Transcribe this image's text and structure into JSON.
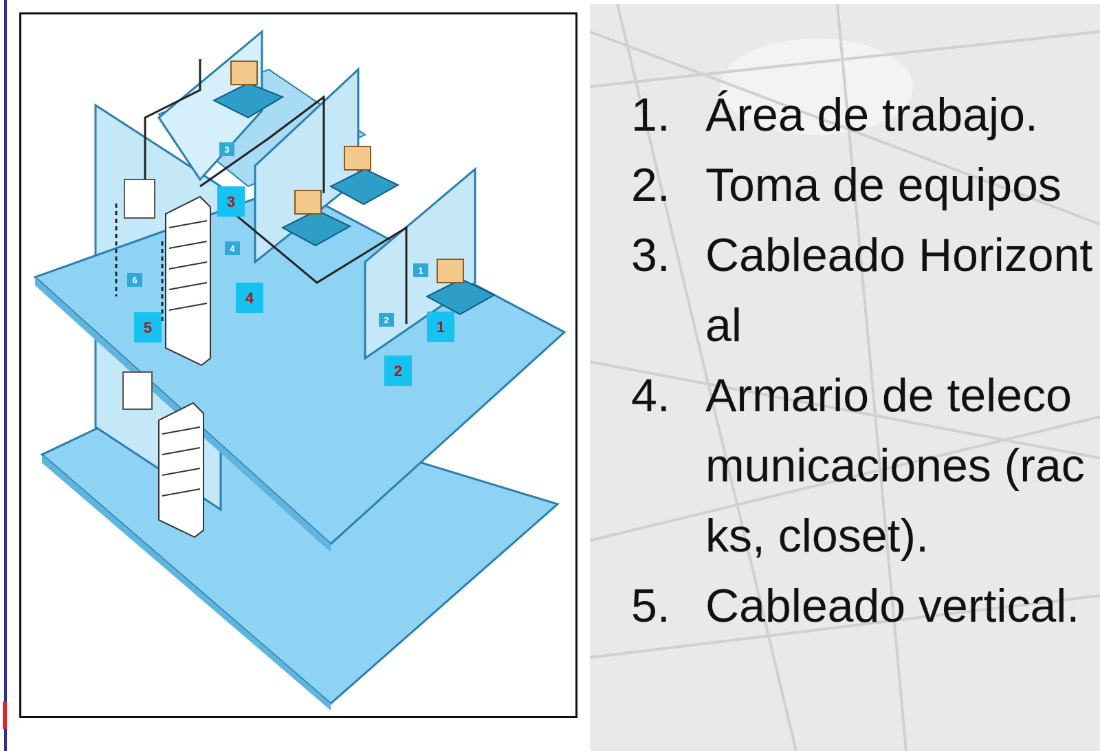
{
  "diagram": {
    "callouts": [
      {
        "id": "1",
        "label": "1"
      },
      {
        "id": "2",
        "label": "2"
      },
      {
        "id": "3",
        "label": "3"
      },
      {
        "id": "4",
        "label": "4"
      },
      {
        "id": "5",
        "label": "5"
      }
    ],
    "mini_callouts": [
      "1",
      "2",
      "3",
      "4",
      "6"
    ],
    "colors": {
      "floor": "#8fd3f4",
      "wall": "#c4e8f7",
      "callout": "#16c2f0",
      "callout_text": "#b3141a"
    }
  },
  "legend": {
    "items": [
      {
        "number": "1.",
        "text": "Área de trabajo."
      },
      {
        "number": "2.",
        "text": "Toma de equipos"
      },
      {
        "number": "3.",
        "text": "Cableado Horizontal"
      },
      {
        "number": "4.",
        "text": "Armario de telecomunicaciones (racks, closet)."
      },
      {
        "number": "5.",
        "text": "Cableado vertical."
      }
    ]
  }
}
